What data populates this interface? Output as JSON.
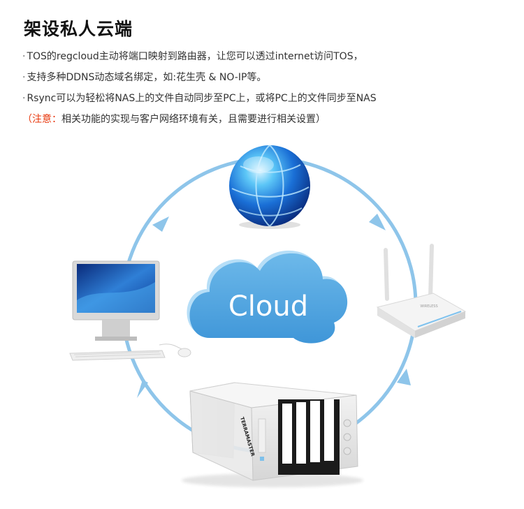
{
  "page": {
    "title": "架设私人云端",
    "bullets": [
      "TOS的regcloud主动将端口映射到路由器，让您可以透过internet访问TOS，",
      "支持多种DDNS动态域名绑定，如:花生壳 & NO-IP等。",
      "Rsync可以为轻松将NAS上的文件自动同步至PC上，或将PC上的文件同步至NAS"
    ],
    "note_label": "（注意：",
    "note_text": "相关功能的实现与客户网络环境有关，且需要进行相关设置）"
  },
  "diagram": {
    "cloud_label": "Cloud",
    "nas_brand": "TERRAMASTER",
    "router_brand": "WIRELESS",
    "colors": {
      "ring": "#8ec5ea",
      "cloud_fill": "#5aaee6",
      "cloud_light": "#a9d8f6",
      "note": "#e8380d"
    },
    "nodes": [
      "globe-icon",
      "router-icon",
      "nas-icon",
      "computer-icon"
    ]
  }
}
